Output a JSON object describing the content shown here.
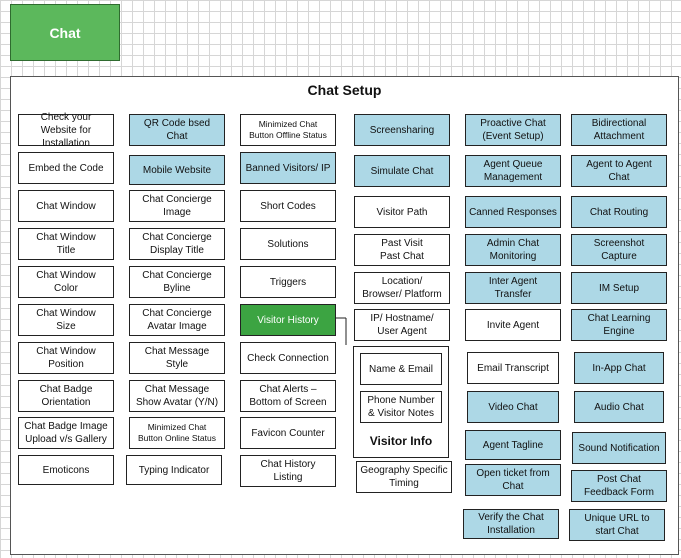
{
  "header": {
    "chat_label": "Chat"
  },
  "setup": {
    "title": "Chat Setup"
  },
  "col1": [
    "Check your\nWebsite for\nInstallation",
    "Embed the Code",
    "Chat Window",
    "Chat Window\nTitle",
    "Chat Window\nColor",
    "Chat Window\nSize",
    "Chat Window\nPosition",
    "Chat Badge\nOrientation",
    "Chat Badge Image\nUpload v/s Gallery",
    "Emoticons"
  ],
  "col2": [
    "QR Code bsed\nChat",
    "Mobile Website",
    "Chat Concierge\nImage",
    "Chat Concierge\nDisplay Title",
    "Chat Concierge\nByline",
    "Chat Concierge\nAvatar Image",
    "Chat Message\nStyle",
    "Chat Message\nShow Avatar (Y/N)",
    "Minimized Chat\nButton Online Status",
    "Typing Indicator"
  ],
  "col3": [
    "Minimized Chat\nButton Offline Status",
    "Banned Visitors/ IP",
    "Short Codes",
    "Solutions",
    "Triggers",
    "Visitor History",
    "Check Connection",
    "Chat Alerts –\nBottom of Screen",
    "Favicon Counter",
    "Chat History\nListing"
  ],
  "col4": [
    "Screensharing",
    "Simulate Chat",
    "Visitor Path",
    "Past Visit\nPast Chat",
    "Location/\nBrowser/ Platform",
    "IP/ Hostname/\nUser Agent",
    "Name & Email",
    "Phone Number\n& Visitor Notes",
    "Visitor Info",
    "Geography Specific\nTiming"
  ],
  "col5": [
    "Proactive Chat\n(Event Setup)",
    "Agent Queue\nManagement",
    "Canned Responses",
    "Admin Chat\nMonitoring",
    "Inter Agent\nTransfer",
    "Invite Agent",
    "Email Transcript",
    "Video Chat",
    "Agent Tagline",
    "Open ticket from\nChat",
    "Verify the Chat\nInstallation"
  ],
  "col6": [
    "Bidirectional\nAttachment",
    "Agent to Agent\nChat",
    "Chat Routing",
    "Screenshot\nCapture",
    "IM Setup",
    "Chat Learning\nEngine",
    "In-App Chat",
    "Audio Chat",
    "Sound Notification",
    "Post Chat\nFeedback Form",
    "Unique URL to\nstart Chat"
  ]
}
